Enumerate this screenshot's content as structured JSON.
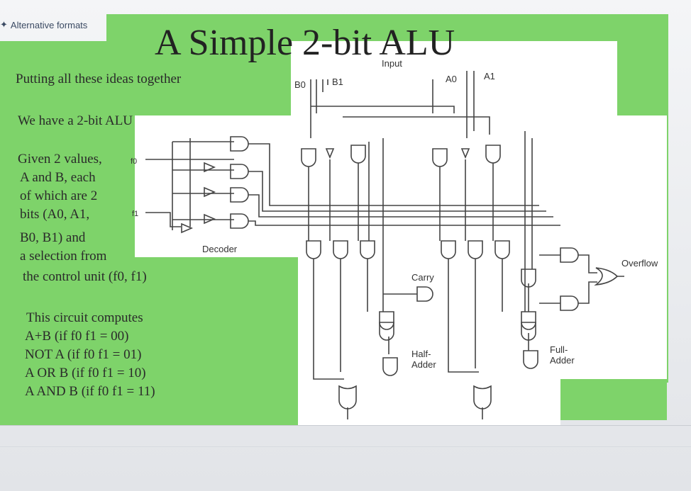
{
  "toolbar": {
    "alt_formats": "Alternative formats",
    "icon": "bookmark-star-icon"
  },
  "slide": {
    "title": "A Simple 2-bit ALU",
    "lines": [
      "Putting all these ideas together",
      "We have a 2-bit ALU",
      "Given 2 values,",
      "A and B, each",
      "of which are 2",
      "bits (A0, A1,",
      "B0, B1) and",
      "a selection from",
      "the control unit (f0, f1)"
    ],
    "computes": [
      "This circuit computes",
      "A+B (if f0 f1 = 00)",
      "NOT A (if f0 f1 = 01)",
      "A OR B (if f0 f1 = 10)",
      "A AND B (if f0 f1 = 11)"
    ]
  },
  "diagram": {
    "input": "Input",
    "b0": "B0",
    "b1": "B1",
    "a0": "A0",
    "a1": "A1",
    "f0": "f0",
    "f1": "f1",
    "decoder": "Decoder",
    "carry": "Carry",
    "half_adder": "Half-\nAdder",
    "full_adder": "Full-\nAdder",
    "overflow": "Overflow"
  }
}
